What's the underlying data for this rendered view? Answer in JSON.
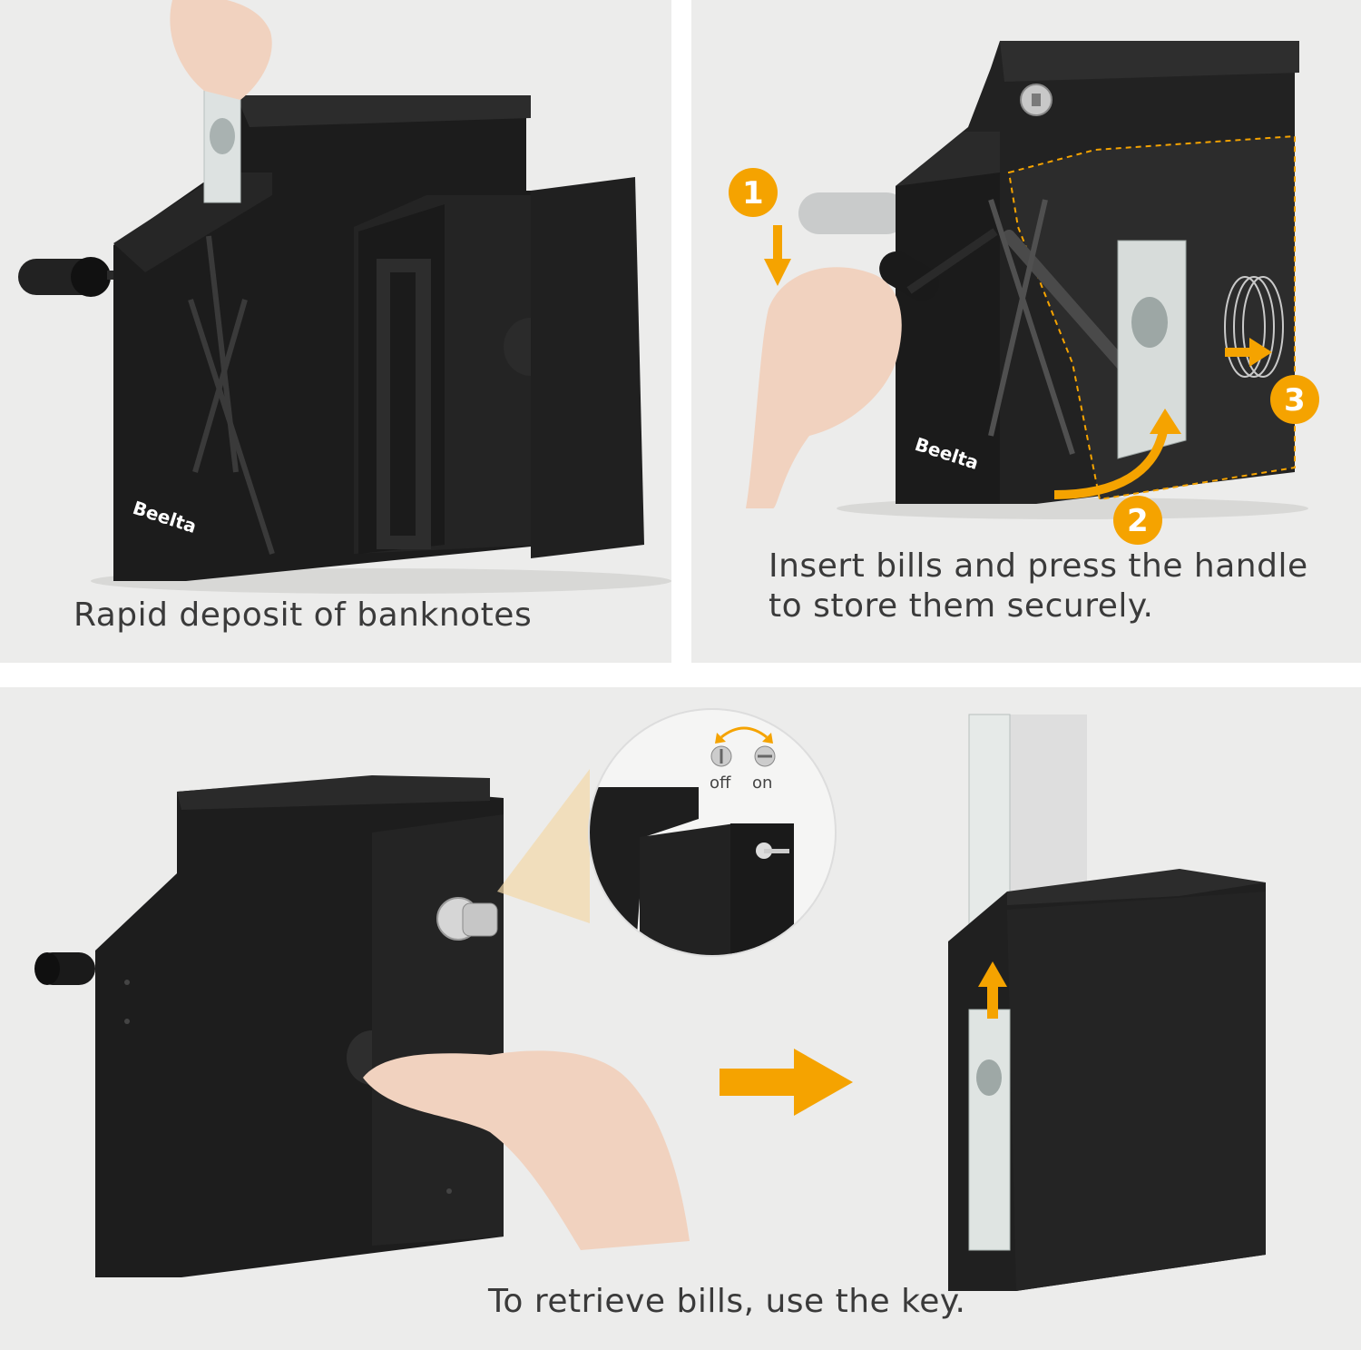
{
  "panels": {
    "top_left": {
      "caption": "Rapid deposit of banknotes",
      "brand": "Beelta"
    },
    "top_right": {
      "caption_line1": "Insert bills and press the handle",
      "caption_line2": "to store them securely.",
      "brand": "Beelta",
      "steps": [
        "1",
        "2",
        "3"
      ]
    },
    "bottom": {
      "caption": "To retrieve bills, use the key.",
      "lock_states": [
        "off",
        "on"
      ]
    }
  },
  "colors": {
    "panel_background": "#ececeb",
    "box_black": "#1c1c1c",
    "accent_orange": "#f5a300",
    "caption_text": "#3a3a3a"
  },
  "icons": [
    "arrow-down-icon",
    "arrow-right-icon",
    "arrow-up-icon",
    "curved-arrow-icon",
    "rotate-arrow-icon",
    "key-icon"
  ]
}
